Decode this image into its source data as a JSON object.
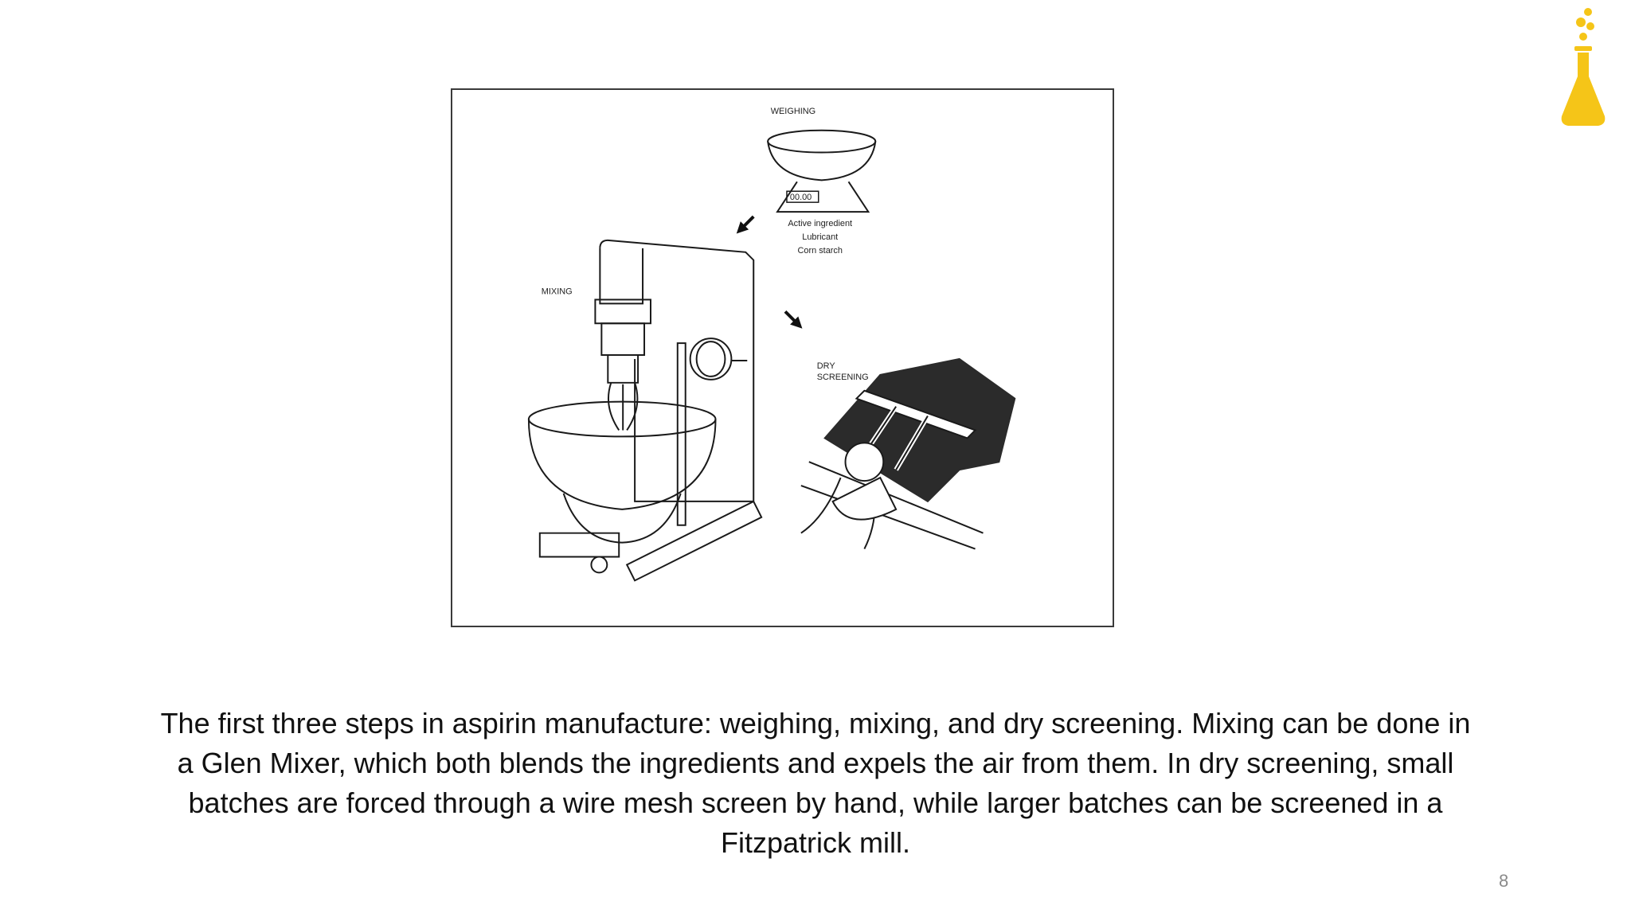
{
  "figure": {
    "labels": {
      "weighing": "WEIGHING",
      "scale_display": "00.00",
      "ingredient_1": "Active ingredient",
      "ingredient_2": "Lubricant",
      "ingredient_3": "Corn starch",
      "mixing": "MIXING",
      "dry_line1": "DRY",
      "dry_line2": "SCREENING"
    }
  },
  "caption": "The first three steps in aspirin manufacture: weighing, mixing, and dry screening. Mixing can be done in a Glen Mixer, which both blends the ingredients and expels the air from them. In dry screening, small batches are forced through a wire mesh screen by hand, while larger batches can be screened in a Fitzpatrick mill.",
  "page_number": "8",
  "logo": {
    "icon": "flask-icon",
    "color": "#F5C518"
  }
}
